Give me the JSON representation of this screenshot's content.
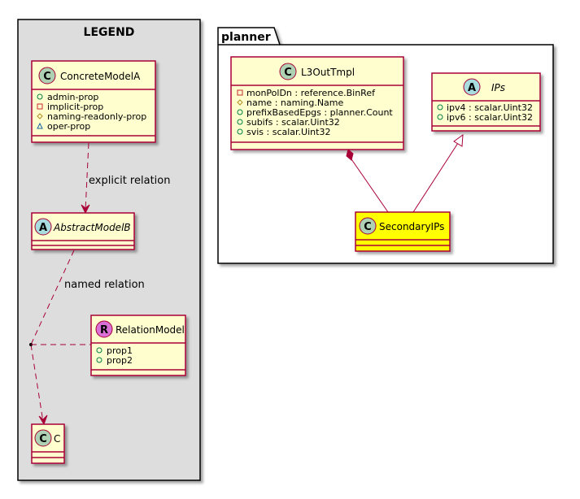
{
  "legend": {
    "title": "LEGEND",
    "classes": {
      "concrete": {
        "badge": "C",
        "name": "ConcreteModelA",
        "attributes": [
          "admin-prop",
          "implicit-prop",
          "naming-readonly-prop",
          "oper-prop"
        ]
      },
      "abstract": {
        "badge": "A",
        "name": "AbstractModelB"
      },
      "relation": {
        "badge": "R",
        "name": "RelationModel",
        "attributes": [
          "prop1",
          "prop2"
        ]
      },
      "c": {
        "badge": "C",
        "name": "C"
      }
    },
    "relations": {
      "explicit": "explicit relation",
      "named": "named relation"
    }
  },
  "planner": {
    "package_name": "planner",
    "classes": {
      "l3out": {
        "badge": "C",
        "name": "L3OutTmpl",
        "attributes": [
          "monPolDn : reference.BinRef",
          "name : naming.Name",
          "prefixBasedEpgs : planner.Count",
          "subifs : scalar.Uint32",
          "svis : scalar.Uint32"
        ]
      },
      "ips": {
        "badge": "A",
        "name": "IPs",
        "attributes": [
          "ipv4 : scalar.Uint32",
          "ipv6 : scalar.Uint32"
        ]
      },
      "secondary": {
        "badge": "C",
        "name": "SecondaryIPs"
      }
    }
  },
  "colors": {
    "class_fill": "#FEFECE",
    "border": "#A80036",
    "highlight_fill": "#FFFF00",
    "legend_bg": "#DDDDDD",
    "badge_class": "#ADD1B2",
    "badge_relation": "#DA70D6",
    "badge_abstract": "#A9DCDF"
  }
}
